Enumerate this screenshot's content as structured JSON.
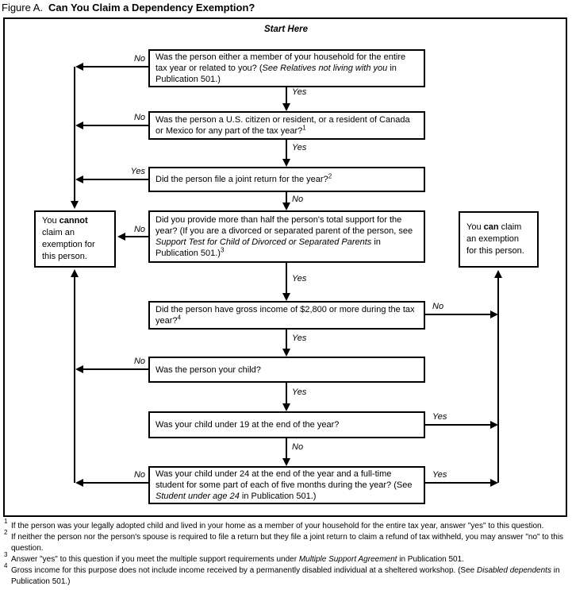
{
  "title": {
    "figure": "Figure A.",
    "main": "Can You Claim a Dependency Exemption?"
  },
  "start_here": "Start Here",
  "questions": [
    {
      "segments": [
        {
          "t": "Was the person either a member of your household for the entire tax year or related to you? ("
        },
        {
          "t": "See Relatives not living with you",
          "i": 1
        },
        {
          "t": " in Publication 501.)"
        }
      ]
    },
    {
      "segments": [
        {
          "t": "Was the person a U.S. citizen or resident, or a resident of Canada or Mexico for any part of the tax year?"
        },
        {
          "t": "1",
          "sup": 1
        }
      ]
    },
    {
      "segments": [
        {
          "t": "Did the person file a joint return for the year?"
        },
        {
          "t": "2",
          "sup": 1
        }
      ]
    },
    {
      "segments": [
        {
          "t": "Did you provide more than half the person's total support for the year? (If you are a divorced or separated parent of the person, see "
        },
        {
          "t": "Support Test for Child of Divorced or Separated Parents",
          "i": 1
        },
        {
          "t": " in Publication 501.)"
        },
        {
          "t": "3",
          "sup": 1
        }
      ]
    },
    {
      "segments": [
        {
          "t": "Did the person have gross income of $2,800 or more during the tax year?"
        },
        {
          "t": "4",
          "sup": 1
        }
      ]
    },
    {
      "segments": [
        {
          "t": "Was the person your child?"
        }
      ]
    },
    {
      "segments": [
        {
          "t": "Was your child under 19 at the end of the year?"
        }
      ]
    },
    {
      "segments": [
        {
          "t": "Was your child under 24 at the end of the year and a full-time student for some part of each of five months during the year? (See "
        },
        {
          "t": "Student under age 24",
          "i": 1
        },
        {
          "t": " in Publication 501.)"
        }
      ]
    }
  ],
  "outcomes": {
    "cannot": {
      "segments": [
        {
          "t": "You "
        },
        {
          "t": "cannot",
          "b": 1
        },
        {
          "t": " claim an exemption for this person."
        }
      ]
    },
    "can": {
      "segments": [
        {
          "t": "You "
        },
        {
          "t": "can",
          "b": 1
        },
        {
          "t": " claim an exemption for this person."
        }
      ]
    }
  },
  "labels": {
    "q1_no": "No",
    "q1_yes": "Yes",
    "q2_no": "No",
    "q2_yes": "Yes",
    "q3_yes": "Yes",
    "q3_no": "No",
    "q4_no": "No",
    "q4_yes": "Yes",
    "q5_no": "No",
    "q5_yes": "Yes",
    "q6_no": "No",
    "q6_yes": "Yes",
    "q7_yes": "Yes",
    "q7_no": "No",
    "q8_no": "No",
    "q8_yes": "Yes"
  },
  "footnotes": [
    {
      "num": "1",
      "segments": [
        {
          "t": "If the person was your legally adopted child and lived in your home as a member of your household for the entire tax year, answer \"yes\" to this question."
        }
      ]
    },
    {
      "num": "2",
      "segments": [
        {
          "t": "If neither the person nor the person's spouse is required to file a return but they file a joint return to claim a refund of tax withheld, you may answer \"no\" to this question."
        }
      ]
    },
    {
      "num": "3",
      "segments": [
        {
          "t": "Answer \"yes\" to this question if you meet the multiple support requirements under "
        },
        {
          "t": "Multiple Support Agreement",
          "i": 1
        },
        {
          "t": " in Publication 501."
        }
      ]
    },
    {
      "num": "4",
      "segments": [
        {
          "t": "Gross income for this purpose does not include income received by a permanently disabled individual at a sheltered workshop. (See "
        },
        {
          "t": "Disabled dependents",
          "i": 1
        },
        {
          "t": " in Publication 501.)"
        }
      ]
    }
  ]
}
